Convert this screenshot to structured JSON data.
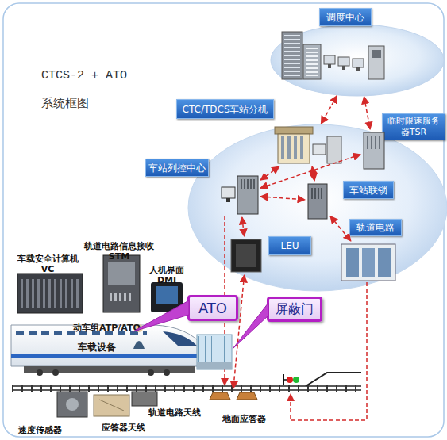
{
  "diagram": {
    "title": "CTCS-2 + ATO 系统框图",
    "nodes": [
      {
        "text": [
          "调度中心"
        ]
      },
      {
        "text": [
          "CTC/TDCS车站分机"
        ]
      },
      {
        "text": [
          "临时限速服务器TSR"
        ]
      },
      {
        "text": [
          "车站列控中心"
        ]
      },
      {
        "text": [
          "车站联锁"
        ]
      },
      {
        "text": [
          "LEU"
        ]
      },
      {
        "text": [
          "轨道电路"
        ]
      },
      {
        "text": [
          "动车组ATP/ATO",
          "车载设备"
        ]
      },
      {
        "text": [
          "ATO"
        ]
      },
      {
        "text": [
          "屏蔽门"
        ]
      },
      {
        "text": [
          "地面应答器"
        ]
      }
    ],
    "edges": [
      {
        "from": 0,
        "to": 1,
        "arrow": "both"
      },
      {
        "from": 0,
        "to": 2,
        "arrow": "both"
      },
      {
        "from": 1,
        "to": 3,
        "arrow": "both"
      },
      {
        "from": 1,
        "to": 4,
        "arrow": "both"
      },
      {
        "from": 2,
        "to": 3,
        "arrow": "both"
      },
      {
        "from": 3,
        "to": 4,
        "arrow": "both"
      },
      {
        "from": 4,
        "to": 6,
        "arrow": "both"
      },
      {
        "from": 3,
        "to": 5,
        "arrow": "both"
      },
      {
        "from": 5,
        "to": 10,
        "arrow": "both"
      }
    ],
    "labels": [
      "车载安全计算机 VC",
      "轨道电路信息接收 STM",
      "人机界面 DMI",
      "速度传感器",
      "应答器天线",
      "轨道电路天线"
    ]
  }
}
